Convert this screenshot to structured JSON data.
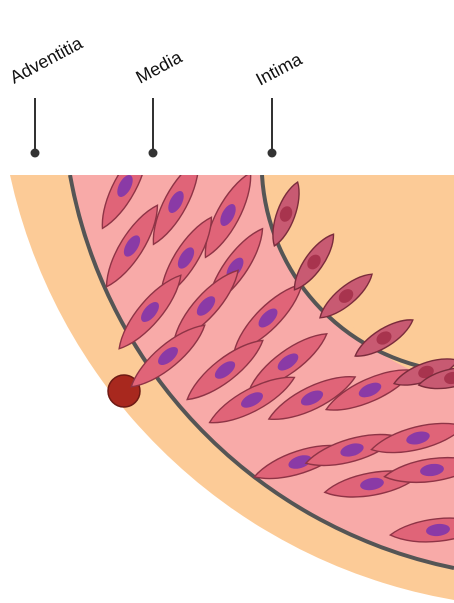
{
  "labels": {
    "adventitia": "Adventitia",
    "media": "Media",
    "intima": "Intima"
  },
  "colors": {
    "adventitia": "#fccb97",
    "media": "#f8aaa8",
    "lamina": "#555555",
    "smooth_muscle_cell": "#e06478",
    "smooth_muscle_nucleus": "#8a3aa6",
    "endothelial_cell": "#c85a72",
    "endothelial_nucleus": "#a8344e",
    "blood_vessel": "#a8281e",
    "pointer": "#333333"
  }
}
